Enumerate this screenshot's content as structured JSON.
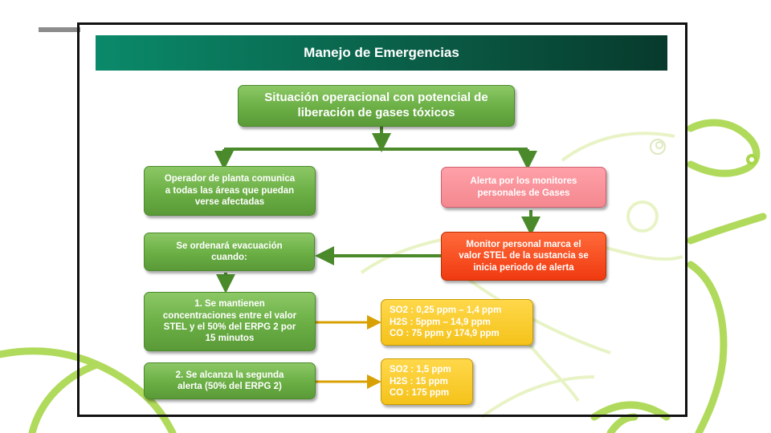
{
  "title": "Manejo de Emergencias",
  "boxes": {
    "top": "Situación operacional con potencial de\nliberación de gases tóxicos",
    "operator": "Operador de planta comunica\na todas las áreas que puedan\nverse afectadas",
    "alert": "Alerta por los  monitores\npersonales de Gases",
    "evacuation": "Se ordenará evacuación\ncuando:",
    "monitor": "Monitor personal marca el\nvalor STEL de la sustancia se\ninicia periodo de alerta",
    "condition1": "1. Se mantienen\nconcentraciones entre el valor\nSTEL y el 50% del ERPG 2 por\n15 minutos",
    "values1": "SO2 : 0,25 ppm – 1,4 ppm\nH2S : 5ppm – 14,9 ppm\nCO : 75 ppm y 174,9 ppm",
    "condition2": "2. Se alcanza la segunda\nalerta (50% del ERPG 2)",
    "values2": "SO2 : 1,5 ppm\nH2S :  15 ppm\nCO :   175 ppm"
  },
  "colors": {
    "green": "#6aae44",
    "pink": "#f48890",
    "red": "#f03a10",
    "yellow": "#f4c21a",
    "title_bar": "#0a6a50",
    "decoration": "#a8d64a"
  }
}
